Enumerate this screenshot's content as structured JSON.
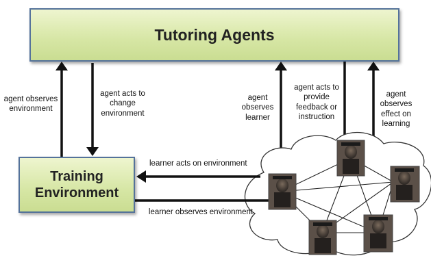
{
  "nodes": {
    "tutoring_agents": "Tutoring Agents",
    "training_environment": "Training Environment"
  },
  "labels": {
    "agent_observes_environment": "agent observes environment",
    "agent_acts_to_change_environment": "agent acts to change environment",
    "agent_observes_learner": "agent observes learner",
    "agent_acts_to_provide_feedback": "agent acts to provide feedback or instruction",
    "agent_observes_effect_on_learning": "agent observes effect on learning",
    "learner_acts_on_environment": "learner acts on environment",
    "learner_observes_environment": "learner observes environment"
  },
  "learner_group": {
    "shape": "cloud",
    "learner_count": 5,
    "connections": "pentagram"
  },
  "colors": {
    "box_fill": "#d6e6a4",
    "box_border": "#54729a",
    "arrow": "#111111",
    "cloud_fill": "#ffffff",
    "cloud_stroke": "#333333"
  },
  "icons": [
    "learner-photo-icon"
  ]
}
